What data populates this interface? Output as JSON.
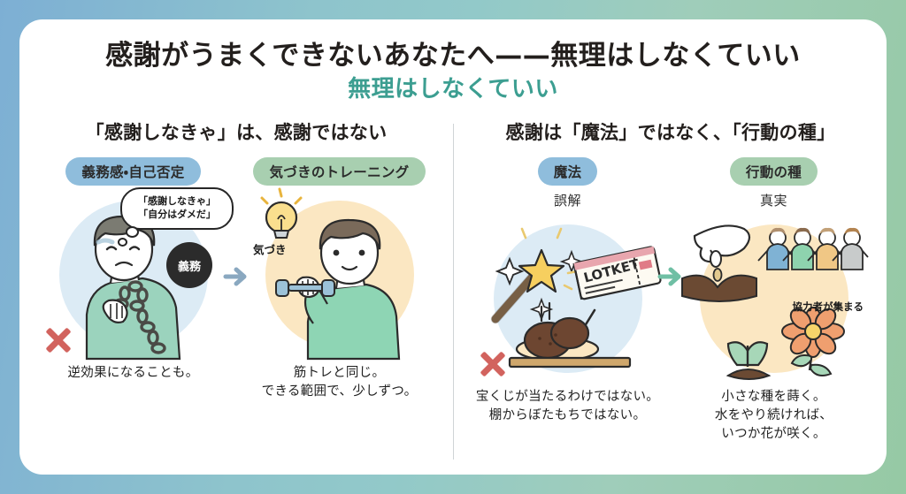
{
  "title": {
    "main": "感謝がうまくできないあなたへ——無理はしなくていい",
    "sub": "無理はしなくていい"
  },
  "colors": {
    "frame_gradient_start": "#7dafd4",
    "frame_gradient_mid": "#92c9c9",
    "frame_gradient_end": "#96c9a4",
    "pill_blue": "#8fbddc",
    "pill_green": "#a8cfb0",
    "disc_blue": "#dcebf5",
    "disc_sand": "#fbe7c2",
    "x_red": "#d2635e",
    "arrow_blue": "#8aa8c0",
    "arrow_green": "#6fbfa4",
    "title_accent": "#3c9e91",
    "text_dark": "#231f1d"
  },
  "sections": [
    {
      "heading": "「感謝しなきゃ」は、感謝ではない",
      "columns": [
        {
          "pill": "義務感・自己否定",
          "pill_style": "blue",
          "sublabel": "",
          "caption": "逆効果になることも。",
          "has_x": true,
          "bubble": "「感謝しなきゃ」\n「自分はダメだ」",
          "ball_label": "義務"
        },
        {
          "pill": "気づきのトレーニング",
          "pill_style": "green",
          "sublabel": "",
          "caption": "筋トレと同じ。\nできる範囲で、少しずつ。",
          "has_x": false,
          "bulb_label": "気づき"
        }
      ],
      "arrow": "arrow-blue"
    },
    {
      "heading": "感謝は「魔法」ではなく、「行動の種」",
      "columns": [
        {
          "pill": "魔法",
          "pill_style": "blue",
          "sublabel": "誤解",
          "caption": "宝くじが当たるわけではない。\n棚からぼたもちではない。",
          "has_x": true,
          "ticket_text": "LOTKET"
        },
        {
          "pill": "行動の種",
          "pill_style": "green",
          "sublabel": "真実",
          "caption": "小さな種を蒔く。\n水をやり続ければ、\nいつか花が咲く。",
          "has_x": false,
          "helpers_label": "協力者が集まる"
        }
      ],
      "arrow": "arrow-green"
    }
  ]
}
